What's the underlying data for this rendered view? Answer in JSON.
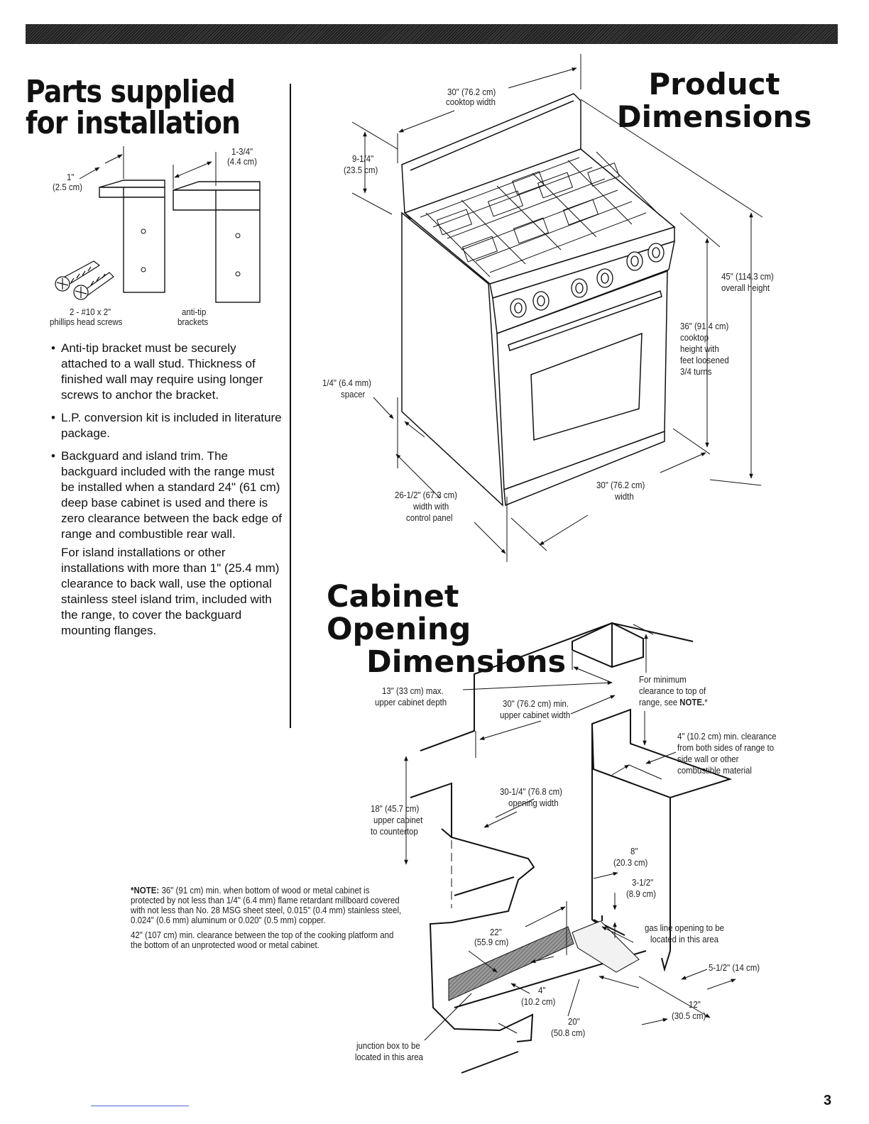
{
  "parts": {
    "title": "Parts supplied for installation",
    "dim_1in": "1\"",
    "dim_1in_cm": "(2.5 cm)",
    "dim_134": "1-3/4\"",
    "dim_134_cm": "(4.4 cm)",
    "screws_label_1": "2 - #10 x 2\"",
    "screws_label_2": "phillips head screws",
    "brackets_label_1": "anti-tip",
    "brackets_label_2": "brackets",
    "bullets": [
      "Anti-tip bracket must be securely attached to a wall stud. Thickness of finished wall may require using longer screws to anchor the bracket.",
      "L.P. conversion kit is included in literature package.",
      "Backguard and island trim. The backguard included with the range must be installed when a standard 24\" (61 cm) deep base cabinet is used and there is zero clearance between the back edge of range and combustible rear wall."
    ],
    "island_note": "For island installations or other installations with more than 1\" (25.4 mm) clearance to back wall, use the optional stainless steel island trim, included with the range, to cover the backguard mounting flanges."
  },
  "product": {
    "title_1": "Product",
    "title_2": "Dimensions",
    "cooktop_width_1": "30\" (76.2 cm)",
    "cooktop_width_2": "cooktop width",
    "backguard_1": "9-1/4\"",
    "backguard_2": "(23.5 cm)",
    "overall_height_1": "45\" (114.3 cm)",
    "overall_height_2": "overall height",
    "cooktop_height_1": "36\" (91.4 cm)",
    "cooktop_height_2": "cooktop",
    "cooktop_height_3": "height with",
    "cooktop_height_4": "feet loosened",
    "cooktop_height_5": "3/4 turns",
    "spacer_1": "1/4\" (6.4 mm)",
    "spacer_2": "spacer",
    "depth_1": "26-1/2\" (67.3 cm)",
    "depth_2": "width with",
    "depth_3": "control panel",
    "width_1": "30\" (76.2 cm)",
    "width_2": "width"
  },
  "cabinet": {
    "title_1": "Cabinet Opening",
    "title_2": "Dimensions",
    "upper_depth_1": "13\" (33 cm) max.",
    "upper_depth_2": "upper cabinet depth",
    "upper_width_1": "30\" (76.2 cm) min.",
    "upper_width_2": "upper cabinet width",
    "min_clear_1": "For minimum",
    "min_clear_2": "clearance to top of",
    "min_clear_3": "range, see",
    "min_clear_note": "NOTE.",
    "min_clear_star": "*",
    "side_clear_1": "4\" (10.2 cm) min. clearance",
    "side_clear_2": "from both sides of range to",
    "side_clear_3": "side wall or other",
    "side_clear_4": "combustible material",
    "opening_1": "30-1/4\" (76.8 cm)",
    "opening_2": "opening width",
    "upper_counter_1": "18\" (45.7 cm)",
    "upper_counter_2": "upper cabinet",
    "upper_counter_3": "to countertop",
    "d8_1": "8\"",
    "d8_2": "(20.3 cm)",
    "d312_1": "3-1/2\"",
    "d312_2": "(8.9 cm)",
    "gas_1": "gas line opening to be",
    "gas_2": "located in this area",
    "d22_1": "22\"",
    "d22_2": "(55.9 cm)",
    "d512": "5-1/2\" (14 cm)",
    "d4_1": "4\"",
    "d4_2": "(10.2 cm)",
    "d12_1": "12\"",
    "d12_2": "(30.5 cm)",
    "d20_1": "20\"",
    "d20_2": "(50.8 cm)",
    "junction_1": "junction box to be",
    "junction_2": "located in this area"
  },
  "note": {
    "label": "*NOTE:",
    "p1": "36\" (91 cm) min. when bottom of wood or metal cabinet is protected by not less than 1/4\" (6.4 mm) flame retardant millboard covered with not less than No. 28 MSG sheet steel, 0.015\" (0.4 mm) stainless steel, 0.024\" (0.6 mm) aluminum or 0.020\" (0.5 mm) copper.",
    "p2": "42\" (107 cm) min. clearance between the top of the cooking platform and the bottom of an unprotected wood or metal cabinet."
  },
  "page_number": "3"
}
